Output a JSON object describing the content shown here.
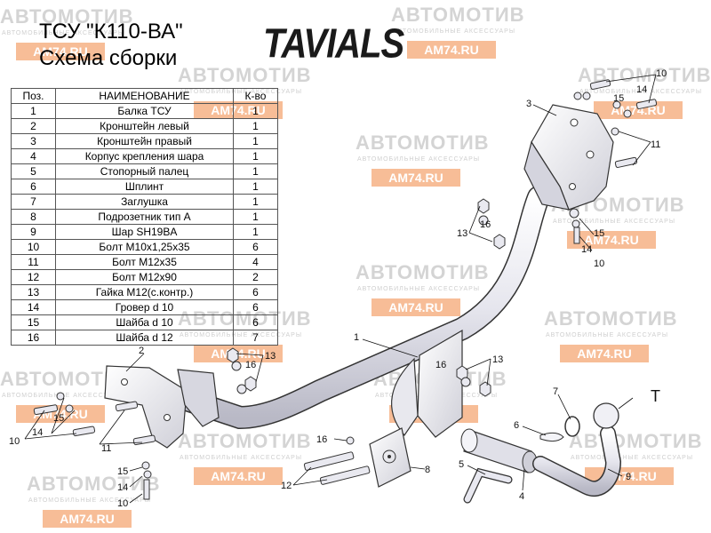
{
  "header": {
    "title_line1": "ТСУ  \"К110-ВА\"",
    "title_line2": "Схема сборки",
    "brand_logo": "TAVIALS"
  },
  "watermark": {
    "top_text": "АВТОМОТИВ",
    "sub_text": "АВТОМОБИЛЬНЫЕ АКСЕССУАРЫ",
    "url": "AM74.RU",
    "url_color": "#f7bd97"
  },
  "parts_table": {
    "headers": [
      "Поз.",
      "НАИМЕНОВАНИЕ",
      "К-во"
    ],
    "rows": [
      [
        "1",
        "Балка ТСУ",
        "1"
      ],
      [
        "2",
        "Кронштейн левый",
        "1"
      ],
      [
        "3",
        "Кронштейн правый",
        "1"
      ],
      [
        "4",
        "Корпус крепления шара",
        "1"
      ],
      [
        "5",
        "Стопорный палец",
        "1"
      ],
      [
        "6",
        "Шплинт",
        "1"
      ],
      [
        "7",
        "Заглушка",
        "1"
      ],
      [
        "8",
        "Подрозетник тип А",
        "1"
      ],
      [
        "9",
        "Шар SH19BA",
        "1"
      ],
      [
        "10",
        "Болт М10х1,25х35",
        "6"
      ],
      [
        "11",
        "Болт М12х35",
        "4"
      ],
      [
        "12",
        "Болт М12х90",
        "2"
      ],
      [
        "13",
        "Гайка М12(с.контр.)",
        "6"
      ],
      [
        "14",
        "Гровер d 10",
        "6"
      ],
      [
        "15",
        "Шайба d 10",
        "6"
      ],
      [
        "16",
        "Шайба d 12",
        "7"
      ]
    ]
  },
  "diagram": {
    "callouts": {
      "beam": "1",
      "bracket_left": "2",
      "bracket_right": "3",
      "ball_housing": "4",
      "lock_pin": "5",
      "cotter": "6",
      "cap": "7",
      "socket_plate": "8",
      "ball": "9",
      "bolt_m10": "10",
      "bolt_m12_35": "11",
      "bolt_m12_90": "12",
      "nut_m12": "13",
      "grover_d10": "14",
      "washer_d10": "15",
      "washer_d12": "16",
      "ball_variant": "T"
    }
  }
}
